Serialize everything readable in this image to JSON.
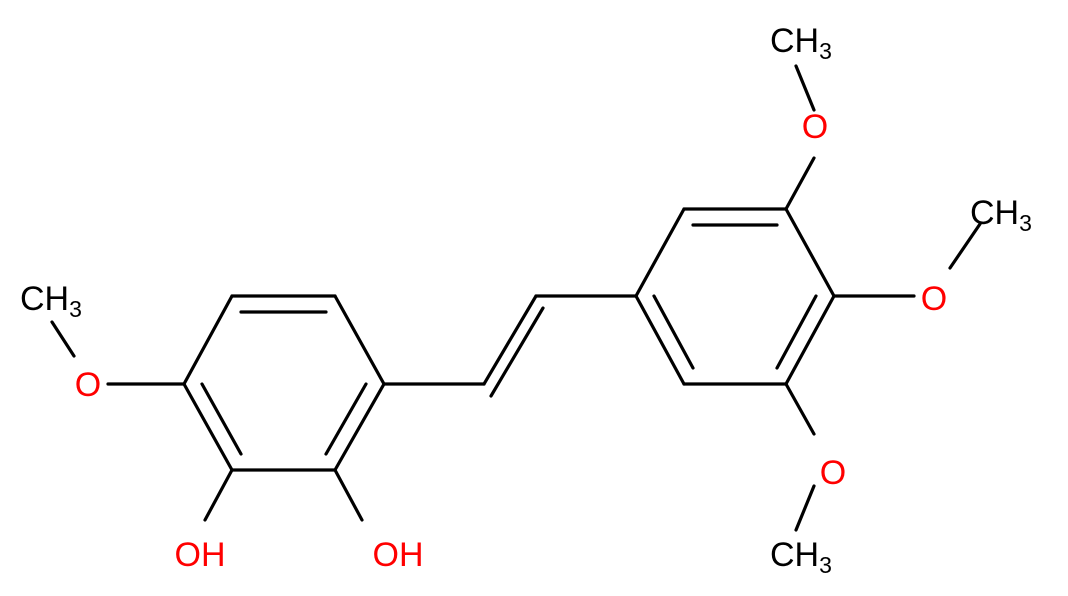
{
  "molecule": {
    "colors": {
      "bond": "#000000",
      "oxygen": "#ff0000",
      "carbon_label": "#000000"
    },
    "atom_labels": {
      "ch3_top": {
        "main": "CH",
        "sub": "3"
      },
      "o_top": {
        "main": "O"
      },
      "ch3_right": {
        "main": "CH",
        "sub": "3"
      },
      "o_right": {
        "main": "O"
      },
      "o_bottom": {
        "main": "O"
      },
      "ch3_bottom": {
        "main": "CH",
        "sub": "3"
      },
      "ch3_left": {
        "main": "CH",
        "sub": "3"
      },
      "o_left": {
        "main": "O"
      },
      "oh_1": {
        "main": "OH"
      },
      "oh_2": {
        "main": "OH"
      }
    }
  }
}
